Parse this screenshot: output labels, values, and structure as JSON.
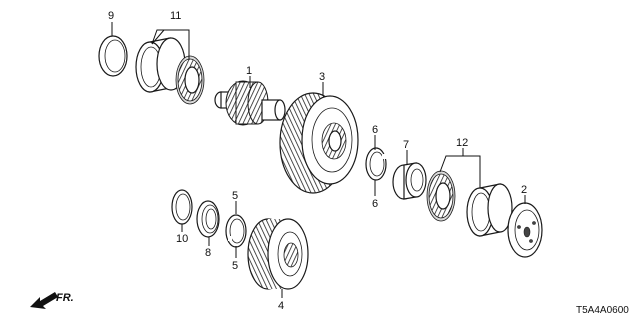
{
  "callouts": {
    "c1": "1",
    "c2": "2",
    "c3": "3",
    "c4": "4",
    "c5a": "5",
    "c5b": "5",
    "c6a": "6",
    "c6b": "6",
    "c7": "7",
    "c8": "8",
    "c9": "9",
    "c10": "10",
    "c11": "11",
    "c12": "12"
  },
  "front_arrow": {
    "label": "FR."
  },
  "diagram_code": "T5A4A0600"
}
